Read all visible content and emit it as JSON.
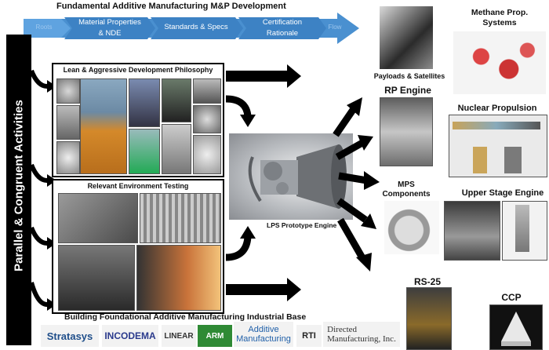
{
  "title": "Fundamental Additive Manufacturing M&P Development",
  "banner": {
    "left_stub": "Roots",
    "steps": [
      "Material Properties\n& NDE",
      "Standards & Specs",
      "Certification\nRationale"
    ],
    "right_stub": "Flow"
  },
  "left_bar": "Parallel & Congruent Activities",
  "boxes": {
    "lean": "Lean & Aggressive Development Philosophy",
    "relevant": "Relevant Environment Testing"
  },
  "center": "LPS Prototype Engine",
  "bottom_title": "Building Foundational Additive Manufacturing Industrial Base",
  "outputs": {
    "payloads": "Payloads & Satellites",
    "methane": "Methane Prop.\nSystems",
    "rp": "RP Engine",
    "nuclear": "Nuclear Propulsion",
    "mps": "MPS\nComponents",
    "upper": "Upper Stage Engine",
    "rs25": "RS-25",
    "ccp": "CCP"
  },
  "logos": [
    "Stratasys",
    "INCODEMA",
    "LINEAR",
    "ARM",
    "Additive\nManufacturing",
    "RTI",
    "Directed\nManufacturing, Inc."
  ],
  "colors": {
    "banner_blue": "#4a90d0",
    "banner_dark": "#2f6fb0",
    "arrow": "#000000",
    "engine_orange": "#d4892a"
  }
}
